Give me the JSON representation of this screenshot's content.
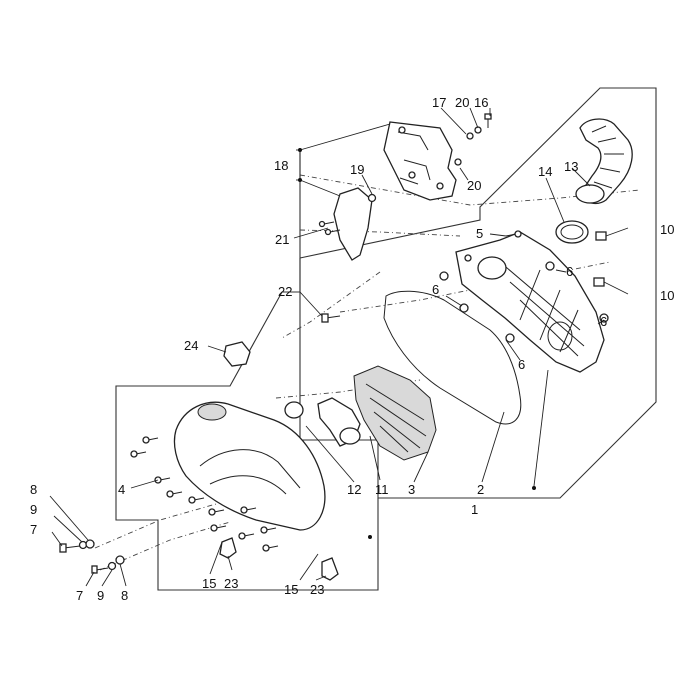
{
  "callouts": [
    {
      "id": "c1",
      "text": "1"
    },
    {
      "id": "c2",
      "text": "2"
    },
    {
      "id": "c3",
      "text": "3"
    },
    {
      "id": "c4",
      "text": "4"
    },
    {
      "id": "c5",
      "text": "5"
    },
    {
      "id": "c6a",
      "text": "6"
    },
    {
      "id": "c6b",
      "text": "6"
    },
    {
      "id": "c6c",
      "text": "6"
    },
    {
      "id": "c6d",
      "text": "6"
    },
    {
      "id": "c7a",
      "text": "7"
    },
    {
      "id": "c7b",
      "text": "7"
    },
    {
      "id": "c8a",
      "text": "8"
    },
    {
      "id": "c8b",
      "text": "8"
    },
    {
      "id": "c9a",
      "text": "9"
    },
    {
      "id": "c9b",
      "text": "9"
    },
    {
      "id": "c10a",
      "text": "10"
    },
    {
      "id": "c10b",
      "text": "10"
    },
    {
      "id": "c11",
      "text": "11"
    },
    {
      "id": "c12",
      "text": "12"
    },
    {
      "id": "c13",
      "text": "13"
    },
    {
      "id": "c14",
      "text": "14"
    },
    {
      "id": "c15a",
      "text": "15"
    },
    {
      "id": "c15b",
      "text": "15"
    },
    {
      "id": "c16",
      "text": "16"
    },
    {
      "id": "c17",
      "text": "17"
    },
    {
      "id": "c18",
      "text": "18"
    },
    {
      "id": "c19",
      "text": "19"
    },
    {
      "id": "c20a",
      "text": "20"
    },
    {
      "id": "c20b",
      "text": "20"
    },
    {
      "id": "c21",
      "text": "21"
    },
    {
      "id": "c22",
      "text": "22"
    },
    {
      "id": "c23a",
      "text": "23"
    },
    {
      "id": "c23b",
      "text": "23"
    },
    {
      "id": "c24",
      "text": "24"
    }
  ]
}
